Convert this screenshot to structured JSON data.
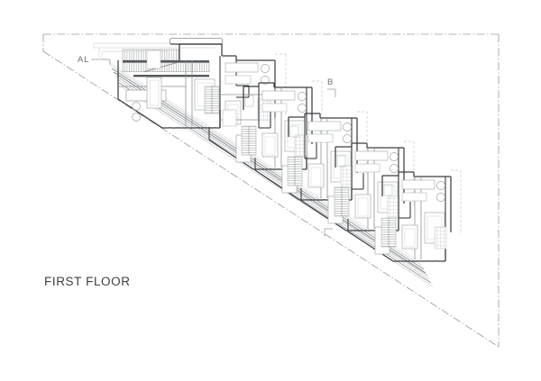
{
  "drawing": {
    "title": "FIRST FLOOR",
    "type": "architectural-floor-plan",
    "description": "Stepped terraced housing first floor plan on a sloping triangular site",
    "background_color": "#ffffff",
    "line_color_heavy": "#2e3134",
    "line_color_medium": "#6f7276",
    "line_color_light": "#b9bcbf",
    "line_color_hairline": "#d6d8da",
    "boundary_color": "#9a9da0"
  },
  "annotations": {
    "section_marker_left": "AL",
    "section_marker_right": "B",
    "title_label": "FIRST FLOOR"
  },
  "site": {
    "boundary_style": "dash-dot",
    "shape": "right-triangle",
    "corners_note": "top-left, top-right, bottom-right"
  },
  "units": [
    {
      "id": "unit-1",
      "index": 1
    },
    {
      "id": "unit-2",
      "index": 2
    },
    {
      "id": "unit-3",
      "index": 3
    },
    {
      "id": "unit-4",
      "index": 4
    },
    {
      "id": "unit-5",
      "index": 5
    }
  ]
}
